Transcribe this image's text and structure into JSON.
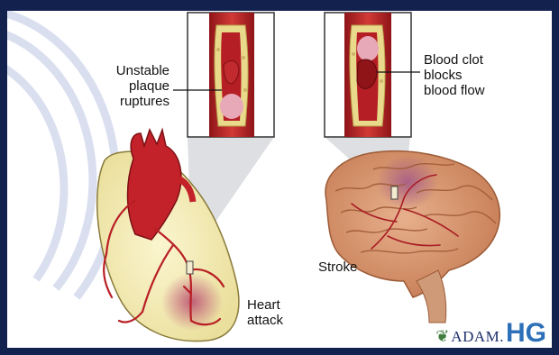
{
  "labels": {
    "unstable_plaque": [
      "Unstable",
      "plaque",
      "ruptures"
    ],
    "blood_clot": [
      "Blood clot",
      "blocks",
      "blood flow"
    ],
    "stroke": "Stroke",
    "heart_attack": [
      "Heart",
      "attack"
    ]
  },
  "logo": {
    "text": "ADAM.",
    "suffix": "HG",
    "leaf_icon": "leaf-icon"
  },
  "colors": {
    "frame": "#13214f",
    "artery_red": "#c4222a",
    "heart_tissue": "#f6efbf",
    "brain": "#d99a74",
    "watermark": "#d6dcef"
  }
}
